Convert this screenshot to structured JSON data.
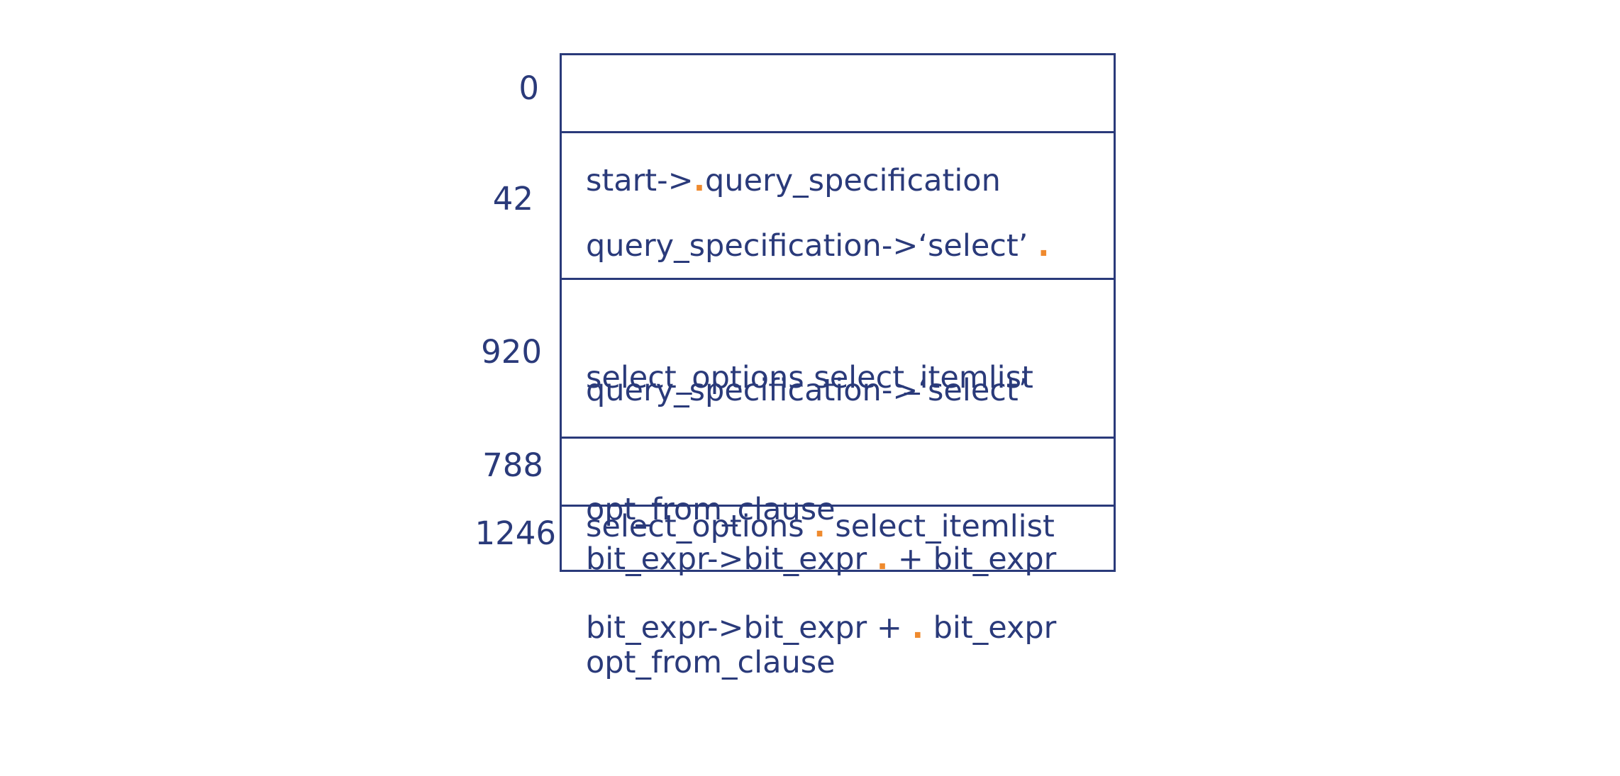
{
  "items": [
    {
      "state": "0",
      "lines": [
        {
          "before": "start->",
          "dot": ".",
          "after": "query_specification"
        }
      ]
    },
    {
      "state": "42",
      "lines": [
        {
          "before": "query_specification->‘select’ ",
          "dot": ".",
          "after": ""
        },
        {
          "before": "select_options select_itemlist",
          "dot": "",
          "after": ""
        },
        {
          "before": "opt_from_clause",
          "dot": "",
          "after": ""
        }
      ]
    },
    {
      "state": "920",
      "lines": [
        {
          "before": "query_specification->‘select’",
          "dot": "",
          "after": ""
        },
        {
          "before": "select_options ",
          "dot": ".",
          "after": " select_itemlist"
        },
        {
          "before": "opt_from_clause",
          "dot": "",
          "after": ""
        }
      ]
    },
    {
      "state": "788",
      "lines": [
        {
          "before": "bit_expr->bit_expr ",
          "dot": ".",
          "after": " + bit_expr"
        }
      ]
    },
    {
      "state": "1246",
      "lines": [
        {
          "before": "bit_expr->bit_expr + ",
          "dot": ".",
          "after": " bit_expr"
        }
      ]
    }
  ],
  "colors": {
    "ink": "#2a3a7a",
    "dot": "#ef8a2e"
  }
}
